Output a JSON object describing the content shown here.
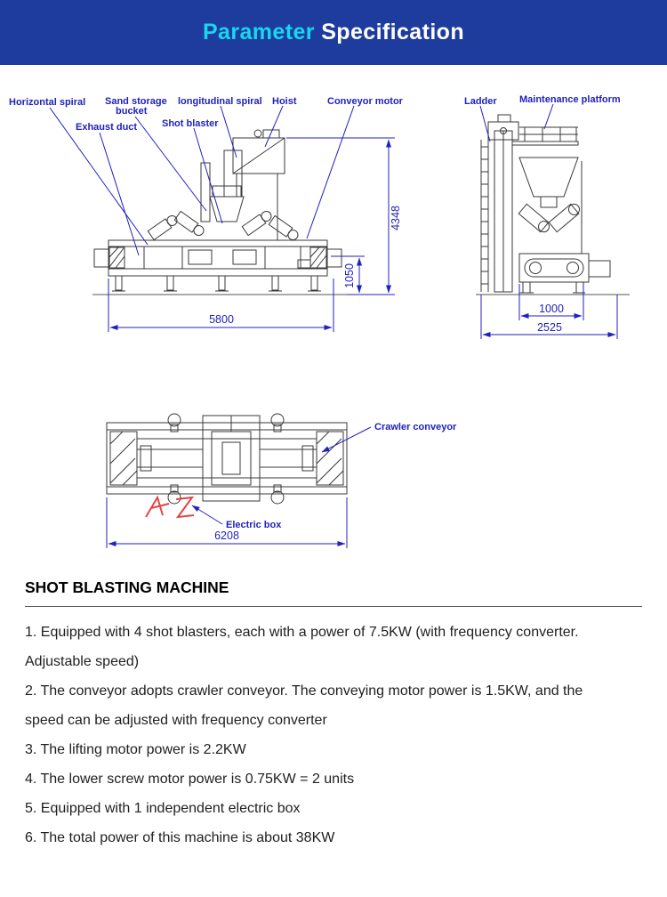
{
  "colors": {
    "header_bg": "#1e3c9e",
    "title_accent_color": "#16d7ee",
    "title_rest_color": "#ffffff",
    "annotation_blue": "#2121bd",
    "drawing_stroke": "#3a3a3a",
    "watermark_red": "#e03131"
  },
  "header": {
    "title_accent": "Parameter",
    "title_rest": " Specification"
  },
  "diagram": {
    "front_view": {
      "labels": {
        "horizontal_spiral": "Horizontal spiral",
        "exhaust_duct": "Exhaust duct",
        "sand_storage_line1": "Sand storage",
        "sand_storage_line2": "bucket",
        "shot_blaster": "Shot blaster",
        "longitudinal_spiral": "longitudinal spiral",
        "hoist": "Hoist",
        "conveyor_motor": "Conveyor motor"
      },
      "dimensions": {
        "overall_height": "4348",
        "conveyor_height": "1050",
        "overall_length": "5800"
      }
    },
    "side_view": {
      "labels": {
        "ladder": "Ladder",
        "maintenance_platform": "Maintenance platform"
      },
      "dimensions": {
        "belt_width": "1000",
        "overall_width": "2525"
      }
    },
    "top_view": {
      "labels": {
        "crawler_conveyor": "Crawler conveyor",
        "electric_box": "Electric box"
      },
      "dimensions": {
        "overall_length": "6208"
      }
    }
  },
  "specs": {
    "heading": "SHOT BLASTING MACHINE",
    "items": [
      "1. Equipped with 4 shot blasters, each with a power of 7.5KW (with frequency converter. Adjustable speed)",
      "2. The conveyor adopts crawler conveyor. The conveying motor power is 1.5KW, and the speed can be adjusted with frequency converter",
      "3. The lifting motor power is 2.2KW",
      "4. The lower screw motor power is 0.75KW = 2 units",
      "5. Equipped with 1 independent electric box",
      "6. The total power of this machine is about 38KW"
    ]
  }
}
